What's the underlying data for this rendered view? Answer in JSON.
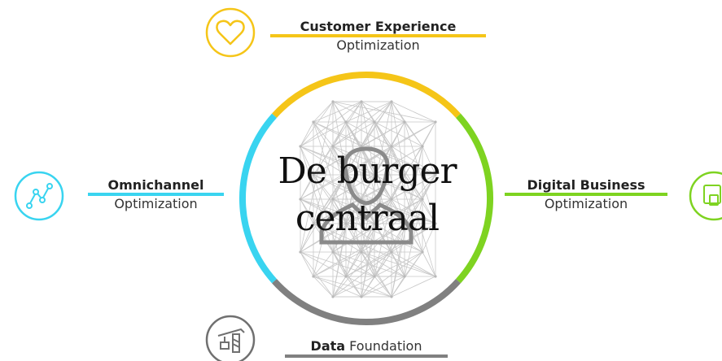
{
  "center": {
    "title_line1": "De burger",
    "title_line2": "centraal"
  },
  "colors": {
    "yellow": "#f5c518",
    "green": "#7ed321",
    "cyan": "#39d4f0",
    "gray": "#808080",
    "text": "#333333"
  },
  "pillars": {
    "customer_experience": {
      "bold": "Customer Experience",
      "light": "Optimization",
      "icon": "heart-icon"
    },
    "omnichannel": {
      "bold": "Omnichannel",
      "light": "Optimization",
      "icon": "journey-path-icon"
    },
    "digital_business": {
      "bold": "Digital Business",
      "light": "Optimization",
      "icon": "devices-icon"
    },
    "data_foundation": {
      "bold": "Data",
      "light": "Foundation",
      "icon": "crane-building-icon"
    }
  }
}
